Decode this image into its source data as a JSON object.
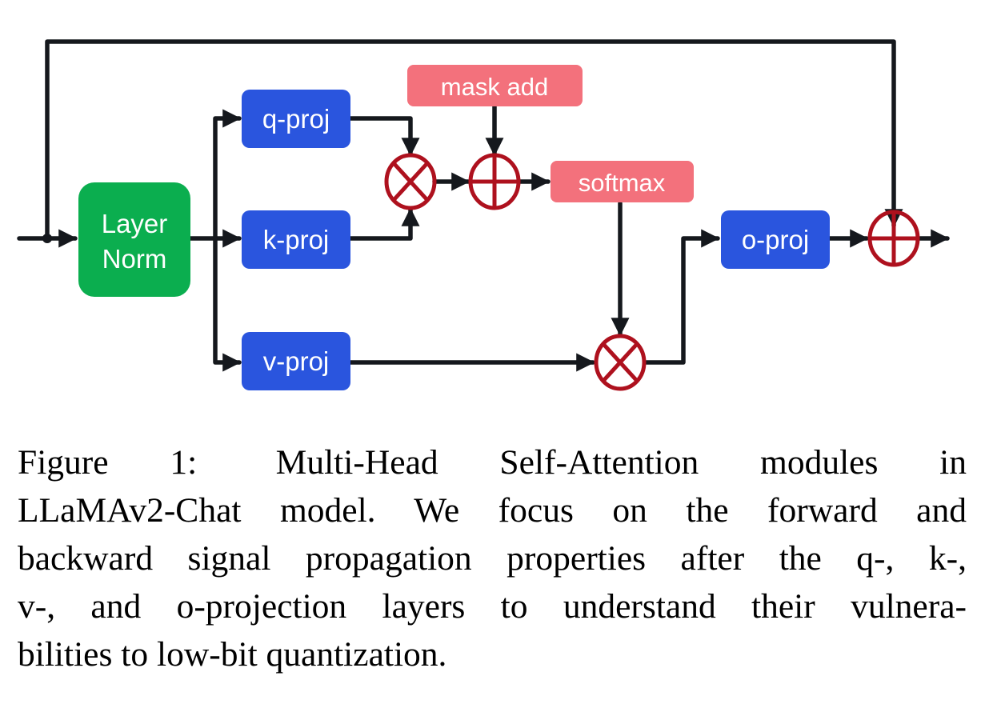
{
  "diagram": {
    "colors": {
      "layer_norm": "#0bae4f",
      "projection": "#2a55de",
      "operation_box": "#f3717c",
      "operator_stroke": "#ae111e",
      "arrow": "#15181d",
      "label_text": "#ffffff"
    },
    "nodes": {
      "layer_norm": {
        "line1": "Layer",
        "line2": "Norm"
      },
      "q_proj": "q-proj",
      "k_proj": "k-proj",
      "v_proj": "v-proj",
      "o_proj": "o-proj",
      "mask_add": "mask add",
      "softmax": "softmax"
    },
    "operators": {
      "qk_multiply": "multiply",
      "mask_sum": "add",
      "attn_v_multiply": "multiply",
      "residual_sum": "add"
    }
  },
  "caption": {
    "label": "Figure 1:",
    "lines": [
      "Multi-Head Self-Attention modules in",
      "LLaMAv2-Chat model.  We focus on the forward and",
      "backward signal propagation properties after the q-, k-,",
      "v-, and o-projection layers to understand their vulnera-",
      "bilities to low-bit quantization."
    ]
  }
}
